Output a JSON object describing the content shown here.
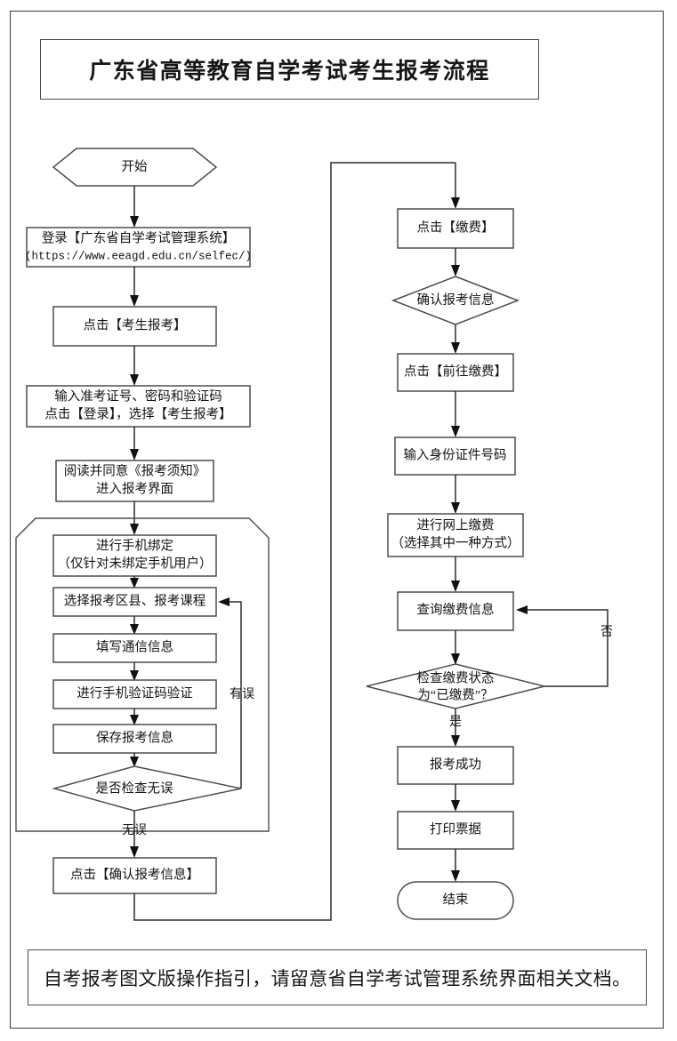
{
  "document": {
    "title": "广东省高等教育自学考试考生报考流程",
    "footer_note": "自考报考图文版操作指引，请留意省自学考试管理系统界面相关文档。"
  },
  "chart_data": {
    "type": "diagram",
    "diagram_kind": "flowchart",
    "title": "广东省高等教育自学考试考生报考流程",
    "orientation": "two-column, top-to-bottom, left column then right column"
  },
  "flow": {
    "left_column": {
      "nodes": [
        {
          "id": "start",
          "shape": "hexagon",
          "label": "开始"
        },
        {
          "id": "login",
          "shape": "rect",
          "line1": "登录【广东省自学考试管理系统】",
          "line2": "(https://www.eeagd.edu.cn/selfec/)"
        },
        {
          "id": "click-exam-apply",
          "shape": "rect",
          "label": "点击【考生报考】"
        },
        {
          "id": "enter-credentials",
          "shape": "rect",
          "line1": "输入准考证号、密码和验证码",
          "line2": "点击【登录】，选择【考生报考】"
        },
        {
          "id": "read-agree-notice",
          "shape": "rect",
          "line1": "阅读并同意《报考须知》",
          "line2": "进入报考界面"
        },
        {
          "id": "bind-phone",
          "shape": "rect",
          "line1": "进行手机绑定",
          "line2": "（仅针对未绑定手机用户）"
        },
        {
          "id": "select-district-course",
          "shape": "rect",
          "label": "选择报考区县、报考课程"
        },
        {
          "id": "fill-contact-info",
          "shape": "rect",
          "label": "填写通信信息"
        },
        {
          "id": "verify-sms-code",
          "shape": "rect",
          "label": "进行手机验证码验证"
        },
        {
          "id": "save-apply-info",
          "shape": "rect",
          "label": "保存报考信息"
        },
        {
          "id": "check-no-error",
          "shape": "diamond",
          "label": "是否检查无误"
        },
        {
          "id": "confirm-apply-info",
          "shape": "rect",
          "label": "点击【确认报考信息】"
        }
      ],
      "edge_labels": {
        "has_error": "有误",
        "no_error": "无误"
      }
    },
    "right_column": {
      "nodes": [
        {
          "id": "click-pay",
          "shape": "rect",
          "label": "点击【缴费】"
        },
        {
          "id": "confirm-apply-info-2",
          "shape": "diamond",
          "label": "确认报考信息"
        },
        {
          "id": "click-go-pay",
          "shape": "rect",
          "label": "点击【前往缴费】"
        },
        {
          "id": "enter-id-number",
          "shape": "rect",
          "label": "输入身份证件号码"
        },
        {
          "id": "online-payment",
          "shape": "rect",
          "line1": "进行网上缴费",
          "line2": "（选择其中一种方式）"
        },
        {
          "id": "query-payment-info",
          "shape": "rect",
          "label": "查询缴费信息"
        },
        {
          "id": "check-payment-status",
          "shape": "diamond",
          "line1": "检查缴费状态",
          "line2": "为“已缴费”？"
        },
        {
          "id": "apply-success",
          "shape": "rect",
          "label": "报考成功"
        },
        {
          "id": "print-receipt",
          "shape": "rect",
          "label": "打印票据"
        },
        {
          "id": "end",
          "shape": "stadium",
          "label": "结束"
        }
      ],
      "edge_labels": {
        "no": "否",
        "yes": "是"
      }
    }
  },
  "colors": {
    "page_background": "#ffffff",
    "frame_stroke": "#3a3a3a",
    "shape_stroke": "#4d4d4d",
    "connector_stroke": "#2b2b2b",
    "text": "#131313"
  }
}
